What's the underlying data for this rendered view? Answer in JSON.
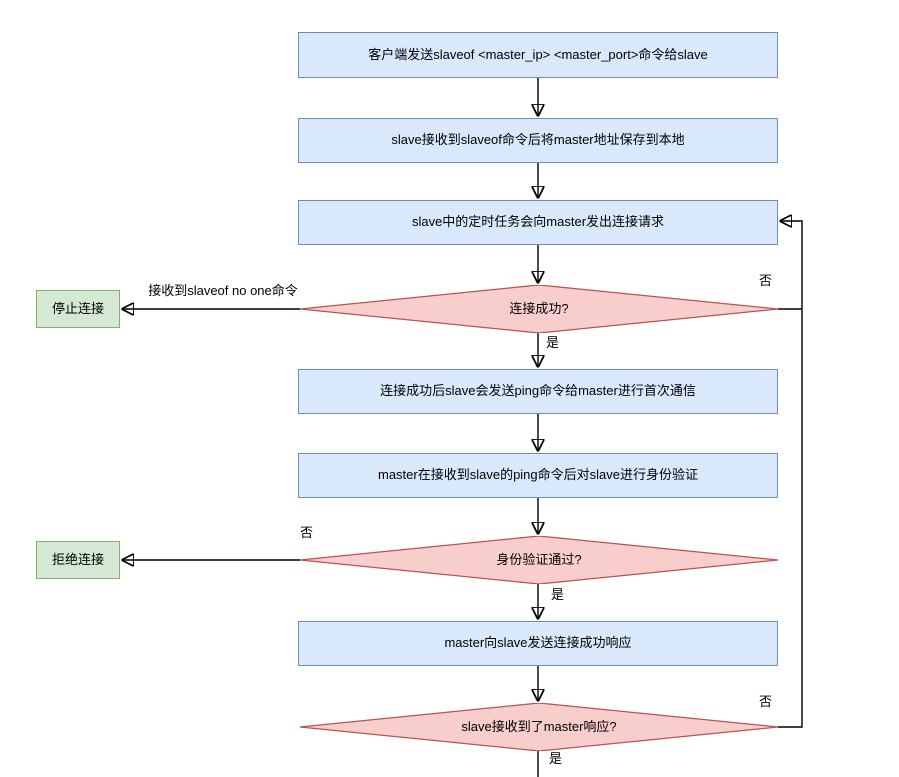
{
  "diagram": {
    "type": "flowchart",
    "nodes": {
      "step1": {
        "label": "客户端发送slaveof <master_ip> <master_port>命令给slave"
      },
      "step2": {
        "label": "slave接收到slaveof命令后将master地址保存到本地"
      },
      "step3": {
        "label": "slave中的定时任务会向master发出连接请求"
      },
      "decision_connect": {
        "label": "连接成功?"
      },
      "terminal_stop": {
        "label": "停止连接"
      },
      "step4": {
        "label": "连接成功后slave会发送ping命令给master进行首次通信"
      },
      "step5": {
        "label": "master在接收到slave的ping命令后对slave进行身份验证"
      },
      "decision_auth": {
        "label": "身份验证通过?"
      },
      "terminal_reject": {
        "label": "拒绝连接"
      },
      "step6": {
        "label": "master向slave发送连接成功响应"
      },
      "decision_response": {
        "label": "slave接收到了master响应?"
      }
    },
    "edge_labels": {
      "slaveof_no_one": "接收到slaveof no one命令",
      "connect_yes": "是",
      "connect_no": "否",
      "auth_yes": "是",
      "auth_no": "否",
      "response_yes": "是",
      "response_no": "否"
    },
    "colors": {
      "process_fill": "#dae8fc",
      "process_border": "#6c8ebf",
      "decision_fill": "#f8cecc",
      "decision_border": "#b85450",
      "terminal_fill": "#d5e8d4",
      "terminal_border": "#82b366",
      "connector": "#000000"
    }
  }
}
